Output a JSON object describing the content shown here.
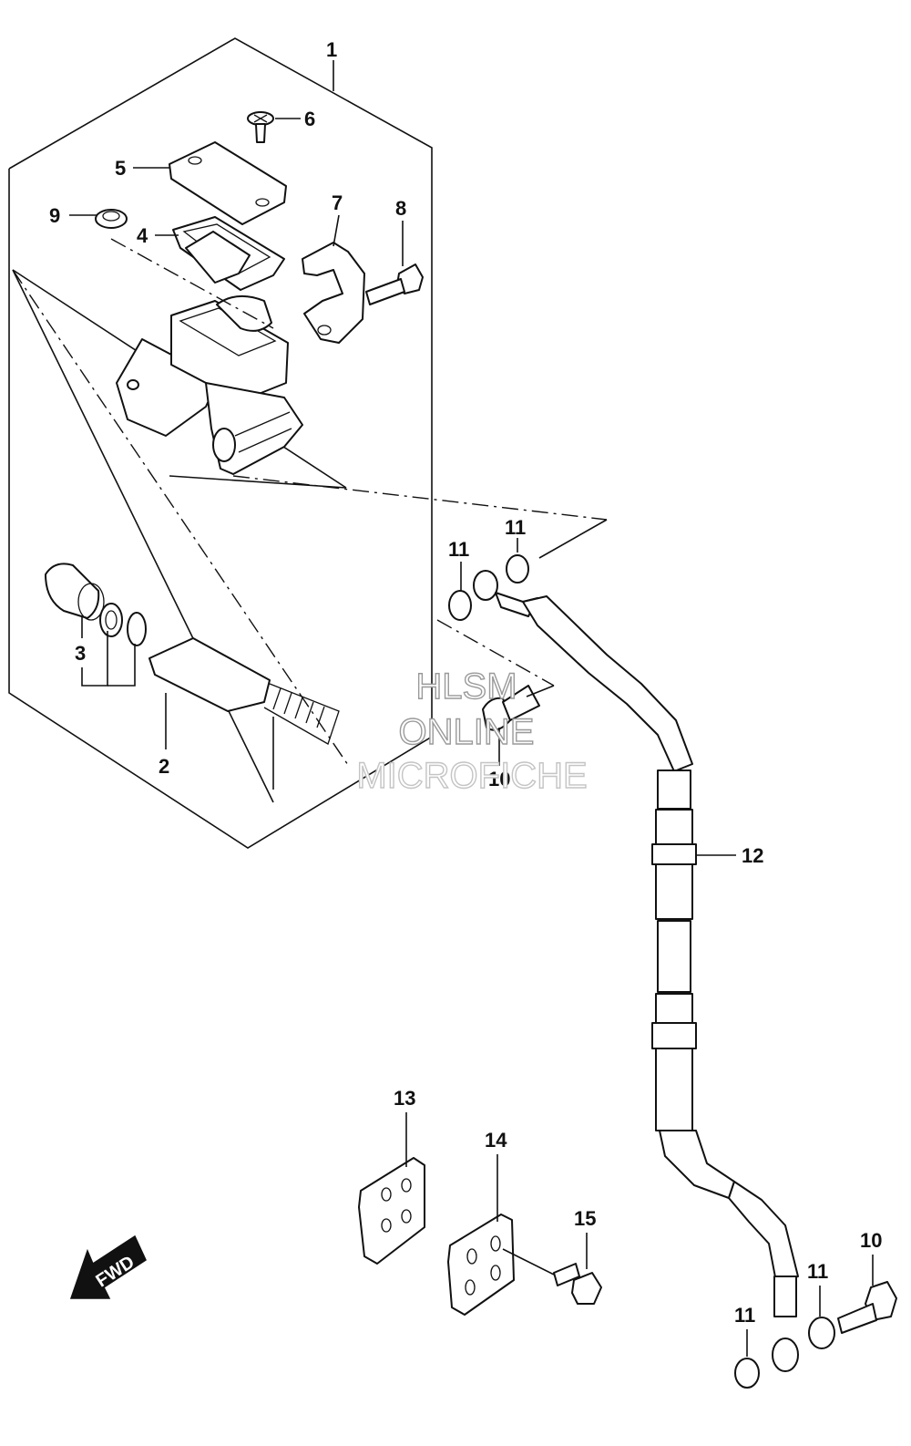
{
  "callouts": {
    "c1": "1",
    "c2": "2",
    "c3": "3",
    "c4": "4",
    "c5": "5",
    "c6": "6",
    "c7": "7",
    "c8": "8",
    "c9": "9",
    "c10a": "10",
    "c10b": "10",
    "c11a": "11",
    "c11b": "11",
    "c11c": "11",
    "c11d": "11",
    "c12": "12",
    "c13": "13",
    "c14": "14",
    "c15": "15"
  },
  "watermark": {
    "line1": "HLSM",
    "line2": "ONLINE",
    "line3": "MICROFICHE"
  },
  "fwd_arrow": {
    "label": "FWD"
  }
}
